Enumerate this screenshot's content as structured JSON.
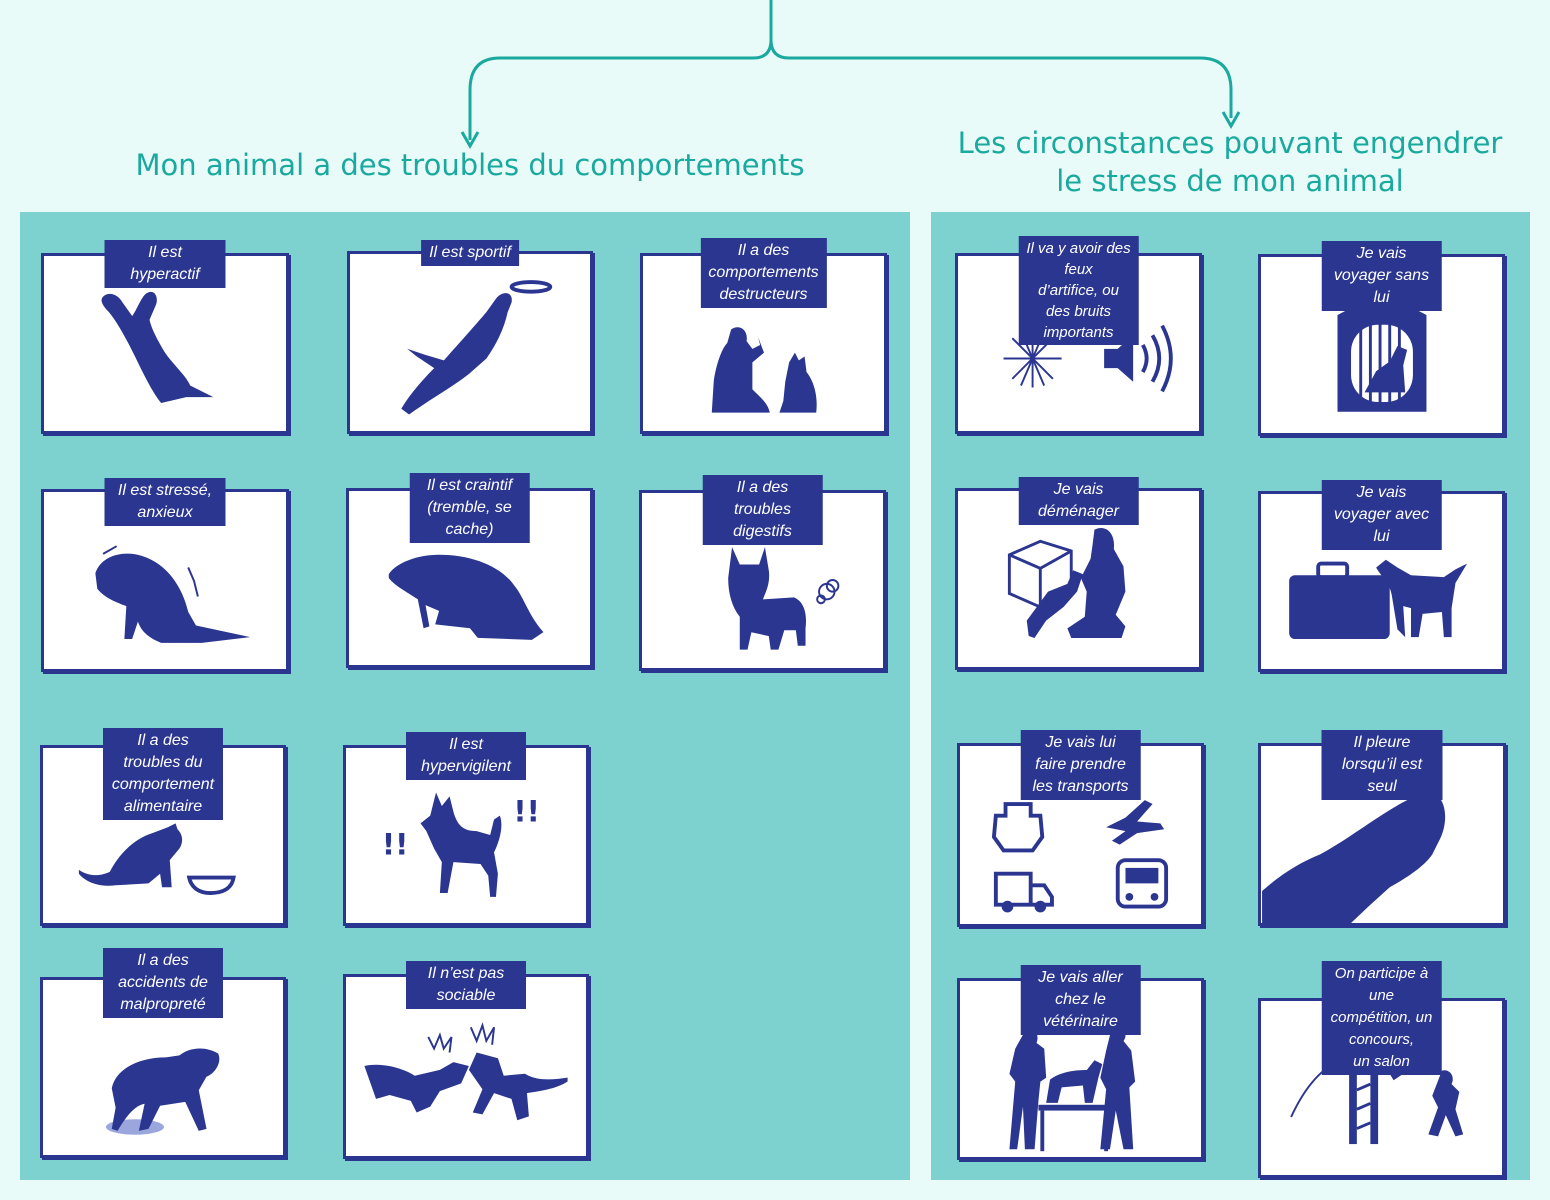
{
  "colors": {
    "background": "#e9fbf8",
    "panel": "#7dd1cf",
    "accent": "#1aa99f",
    "navy": "#2b3690"
  },
  "headings": {
    "left": "Mon animal a des troubles du comportements",
    "right": "Les circonstances pouvant engendrer\nle stress de mon animal"
  },
  "left_cards": [
    {
      "label": "Il est hyperactif",
      "icon": "jumping-dog-icon"
    },
    {
      "label": "Il est sportif",
      "icon": "frisbee-dog-icon"
    },
    {
      "label": "Il a des comportements\ndestructeurs",
      "icon": "woman-training-dog-icon"
    },
    {
      "label": "Il est stressé, anxieux",
      "icon": "anxious-dog-icon"
    },
    {
      "label": "Il est craintif\n(tremble, se cache)",
      "icon": "fearful-dog-icon"
    },
    {
      "label": "Il a des troubles\ndigestifs",
      "icon": "bulldog-gas-icon"
    },
    {
      "label": "Il a des troubles du\ncomportement alimentaire",
      "icon": "cat-bowl-icon"
    },
    {
      "label": "Il est hypervigilent",
      "icon": "alert-dog-icon"
    },
    {
      "label": "Il a des accidents de\nmalpropreté",
      "icon": "dog-puddle-icon"
    },
    {
      "label": "Il n’est pas sociable",
      "icon": "fighting-dogs-icon"
    }
  ],
  "right_cards": [
    {
      "label": "Il va y avoir des feux\nd’artifice, ou des bruits\nimportants",
      "icon": "fireworks-speaker-icon"
    },
    {
      "label": "Je vais voyager sans lui",
      "icon": "dog-kennel-icon"
    },
    {
      "label": "Je vais déménager",
      "icon": "moving-box-icon"
    },
    {
      "label": "Je vais voyager avec\nlui",
      "icon": "suitcase-dog-icon"
    },
    {
      "label": "Je vais lui faire prendre\nles transports",
      "icon": "transport-icons"
    },
    {
      "label": "Il pleure lorsqu’il est seul",
      "icon": "howling-dog-icon"
    },
    {
      "label": "Je vais aller chez le\nvétérinaire",
      "icon": "vet-table-icon"
    },
    {
      "label": "On participe à une\ncompétition, un concours,\nun salon",
      "icon": "agility-jump-icon"
    }
  ]
}
